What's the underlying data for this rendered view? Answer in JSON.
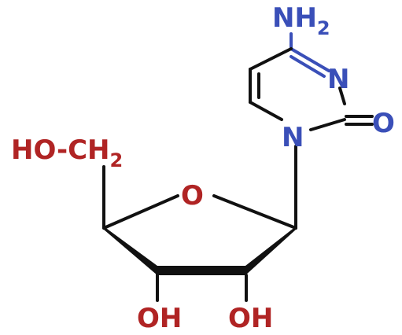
{
  "molecule": {
    "base": {
      "amine": {
        "main": "NH",
        "sub": "2"
      },
      "ring_n3": "N",
      "ring_n1": "N",
      "carbonyl_o": "O"
    },
    "sugar": {
      "hydroxymethyl": {
        "main": "HO-CH",
        "sub": "2"
      },
      "ring_o": "O",
      "hydroxyl_left": "OH",
      "hydroxyl_right": "OH"
    },
    "colors": {
      "base_text": "#3a4fb8",
      "sugar_text": "#b02424",
      "bond": "#111111"
    }
  }
}
